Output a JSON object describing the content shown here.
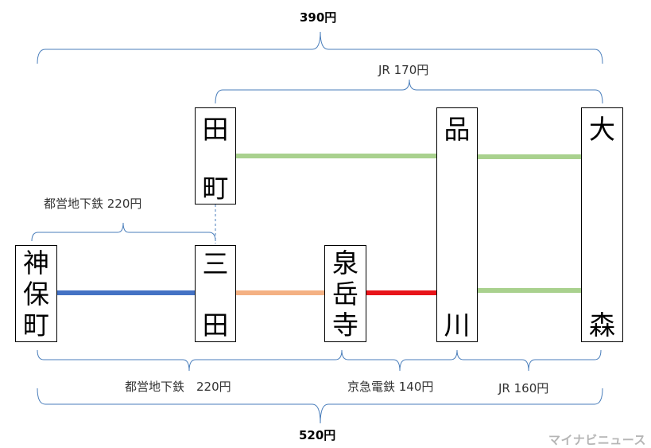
{
  "stations": {
    "jimbocho": [
      "神",
      "保",
      "町"
    ],
    "tamachi": [
      "田",
      "町"
    ],
    "mita": [
      "三",
      "田"
    ],
    "sengakuji": [
      "泉",
      "岳",
      "寺"
    ],
    "shinagawa": [
      "品",
      "川"
    ],
    "omori": [
      "大",
      "森"
    ]
  },
  "fares": {
    "top_total": "390円",
    "jr_tamachi_omori": "JR 170円",
    "subway_jimbocho_mita": "都営地下鉄 220円",
    "subway_jimbocho_sengakuji": "都営地下鉄　220円",
    "keikyu": "京急電鉄 140円",
    "jr_shinagawa_omori": "JR 160円",
    "bottom_total": "520円"
  },
  "line_colors": {
    "jr": "#a9d18e",
    "toei_mita": "#4472c4",
    "toei_asakusa": "#f4b183",
    "keikyu": "#e8141a",
    "bracket": "#4a7ebb",
    "transfer": "#4a7ebb"
  },
  "watermark": "マイナビニュース"
}
